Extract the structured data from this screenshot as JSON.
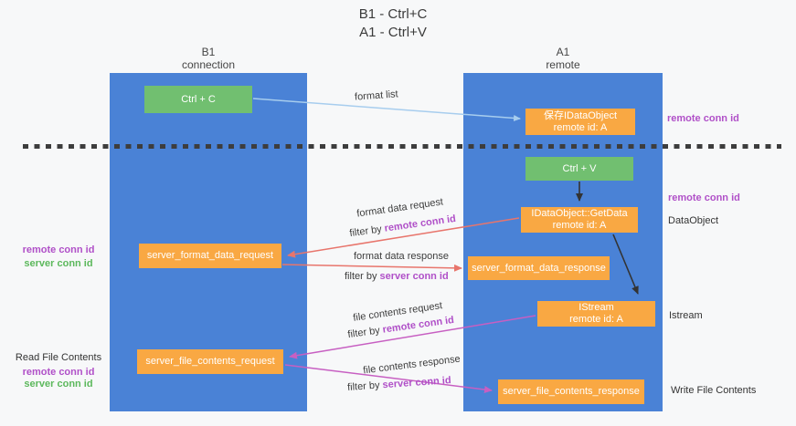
{
  "title": {
    "line1": "B1 - Ctrl+C",
    "line2": "A1 - Ctrl+V"
  },
  "lifelines": {
    "b1": {
      "name": "B1",
      "role": "connection"
    },
    "a1": {
      "name": "A1",
      "role": "remote"
    }
  },
  "nodes": {
    "ctrl_c": {
      "label": "Ctrl + C"
    },
    "save_idataobject": {
      "label": "保存IDataObject",
      "sublabel": "remote id: A"
    },
    "ctrl_v": {
      "label": "Ctrl + V"
    },
    "getdata": {
      "label": "IDataObject::GetData",
      "sublabel": "remote id: A"
    },
    "format_request": {
      "label": "server_format_data_request"
    },
    "format_response": {
      "label": "server_format_data_response"
    },
    "istream": {
      "label": "IStream",
      "sublabel": "remote id: A"
    },
    "file_request": {
      "label": "server_file_contents_request"
    },
    "file_response": {
      "label": "server_file_contents_response"
    }
  },
  "messages": {
    "format_list": {
      "label": "format list"
    },
    "format_data_request": {
      "label": "format data request",
      "filter_prefix": "filter by ",
      "filter_target": "remote conn id"
    },
    "format_data_response": {
      "label": "format data response",
      "filter_prefix": "filter by ",
      "filter_target": "server conn id"
    },
    "file_contents_request": {
      "label": "file contents request",
      "filter_prefix": "filter by ",
      "filter_target": "remote conn id"
    },
    "file_contents_response": {
      "label": "file contents response",
      "filter_prefix": "filter by ",
      "filter_target": "server conn id"
    }
  },
  "annotations": {
    "right_conn_top": "remote conn id",
    "right_conn_mid": "remote conn id",
    "right_dataobject": "DataObject",
    "right_istream": "Istream",
    "right_write": "Write File Contents",
    "left_remote_conn_1": "remote conn id",
    "left_server_conn_1": "server conn id",
    "left_read": "Read File Contents",
    "left_remote_conn_2": "remote conn id",
    "left_server_conn_2": "server conn id"
  },
  "colors": {
    "column_blue": "#4a82d6",
    "box_orange": "#f9a843",
    "box_green": "#71bf70",
    "arrow_blue": "#a7cdee",
    "arrow_black": "#333333",
    "arrow_red": "#e8756c",
    "arrow_magenta": "#c75fc2",
    "conn_id_purple": "#b050c8",
    "conn_id_green": "#5cb85c"
  }
}
